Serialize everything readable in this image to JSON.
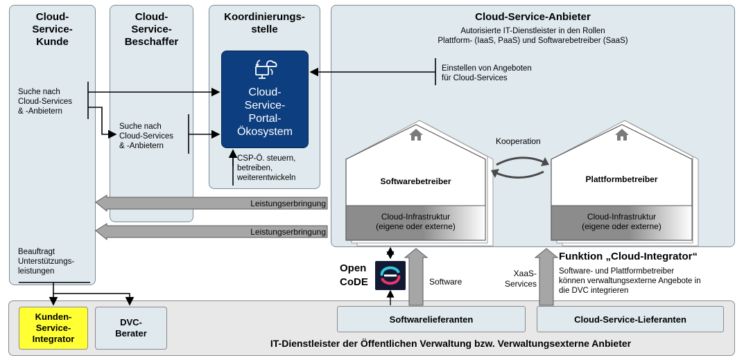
{
  "columns": {
    "kunde": {
      "title": "Cloud-\nService-\nKunde",
      "search": "Suche nach\nCloud-Services\n& -Anbietern",
      "assigns": "Beauftragt\nUnterstützungs-\nleistungen"
    },
    "beschaffer": {
      "title": "Cloud-\nService-\nBeschaffer",
      "search": "Suche nach\nCloud-Services\n& -Anbietern"
    },
    "koordinierung": {
      "title": "Koordinierungs-\nstelle",
      "portal": "Cloud-\nService-\nPortal-\nÖkosystem",
      "steer": "CSP-Ö. steuern,\nbetreiben,\nweiterentwickeln"
    },
    "anbieter": {
      "title": "Cloud-Service-Anbieter",
      "subtitle": "Autorisierte IT-Dienstleister in den Rollen\nPlattform- (IaaS, PaaS) und Softwarebetreiber (SaaS)",
      "offers": "Einstellen von Angeboten\nfür Cloud-Services",
      "cooperation": "Kooperation",
      "software_operator": "Softwarebetreiber",
      "platform_operator": "Plattformbetreiber",
      "infrastructure": "Cloud-Infrastruktur\n(eigene oder externe)"
    }
  },
  "arrows": {
    "delivery_1": "Leistungserbringung",
    "delivery_2": "Leistungserbringung",
    "software": "Software",
    "xaas": "XaaS-\nServices"
  },
  "opencode": {
    "label": "Open\nCoDE"
  },
  "integrator": {
    "title": "Funktion „Cloud-Integrator“",
    "text": "Software- und Plattformbetreiber\nkönnen verwaltungsexterne Angebote in\ndie DVC integrieren"
  },
  "bottom": {
    "title": "IT-Dienstleister der Öffentlichen Verwaltung bzw. Verwaltungsexterne Anbieter",
    "kunden_integrator": "Kunden-\nService-\nIntegrator",
    "dvc_berater": "DVC-\nBerater",
    "software_suppliers": "Softwarelieferanten",
    "cloud_suppliers": "Cloud-Service-Lieferanten"
  },
  "colors": {
    "panel": "#dfe9ee",
    "portal": "#0d3f80",
    "highlight": "#ffff33",
    "arrow": "#a6a6a6"
  },
  "icons": {
    "house": "house-icon",
    "portal": "cloud-computer-icon",
    "cycle": "cycle-arrows-icon",
    "opencode": "opencode-logo-icon"
  }
}
